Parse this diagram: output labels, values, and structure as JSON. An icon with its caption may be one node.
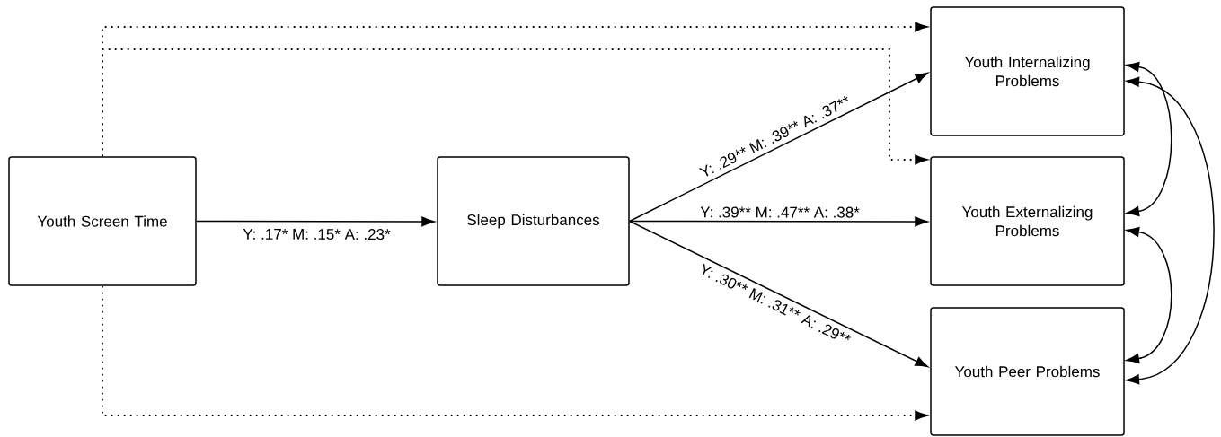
{
  "diagram": {
    "nodes": [
      {
        "text": [
          "Youth Screen Time"
        ]
      },
      {
        "text": [
          "Sleep Disturbances"
        ]
      },
      {
        "text": [
          "Youth Internalizing Problems"
        ]
      },
      {
        "text": [
          "Youth Externalizing Problems"
        ]
      },
      {
        "text": [
          "Youth Peer Problems"
        ]
      }
    ],
    "edges": [
      {
        "from": 0,
        "to": 1,
        "arrow": "to",
        "label": "Y: .17*  M: .15*  A: .23*"
      },
      {
        "from": 1,
        "to": 2,
        "arrow": "to",
        "label": "Y: .29**  M: .39**  A: .37**"
      },
      {
        "from": 1,
        "to": 3,
        "arrow": "to",
        "label": "Y: .39**  M: .47**  A: .38*"
      },
      {
        "from": 1,
        "to": 4,
        "arrow": "to",
        "label": "Y: .30**  M: .31**  A: .29**"
      },
      {
        "from": 0,
        "to": 2,
        "arrow": "to",
        "style": "dashed"
      },
      {
        "from": 0,
        "to": 3,
        "arrow": "to",
        "style": "dashed"
      },
      {
        "from": 0,
        "to": 4,
        "arrow": "to",
        "style": "dashed"
      },
      {
        "from": 2,
        "to": 3,
        "arrow": "both"
      },
      {
        "from": 3,
        "to": 4,
        "arrow": "both"
      },
      {
        "from": 2,
        "to": 4,
        "arrow": "both"
      }
    ]
  }
}
